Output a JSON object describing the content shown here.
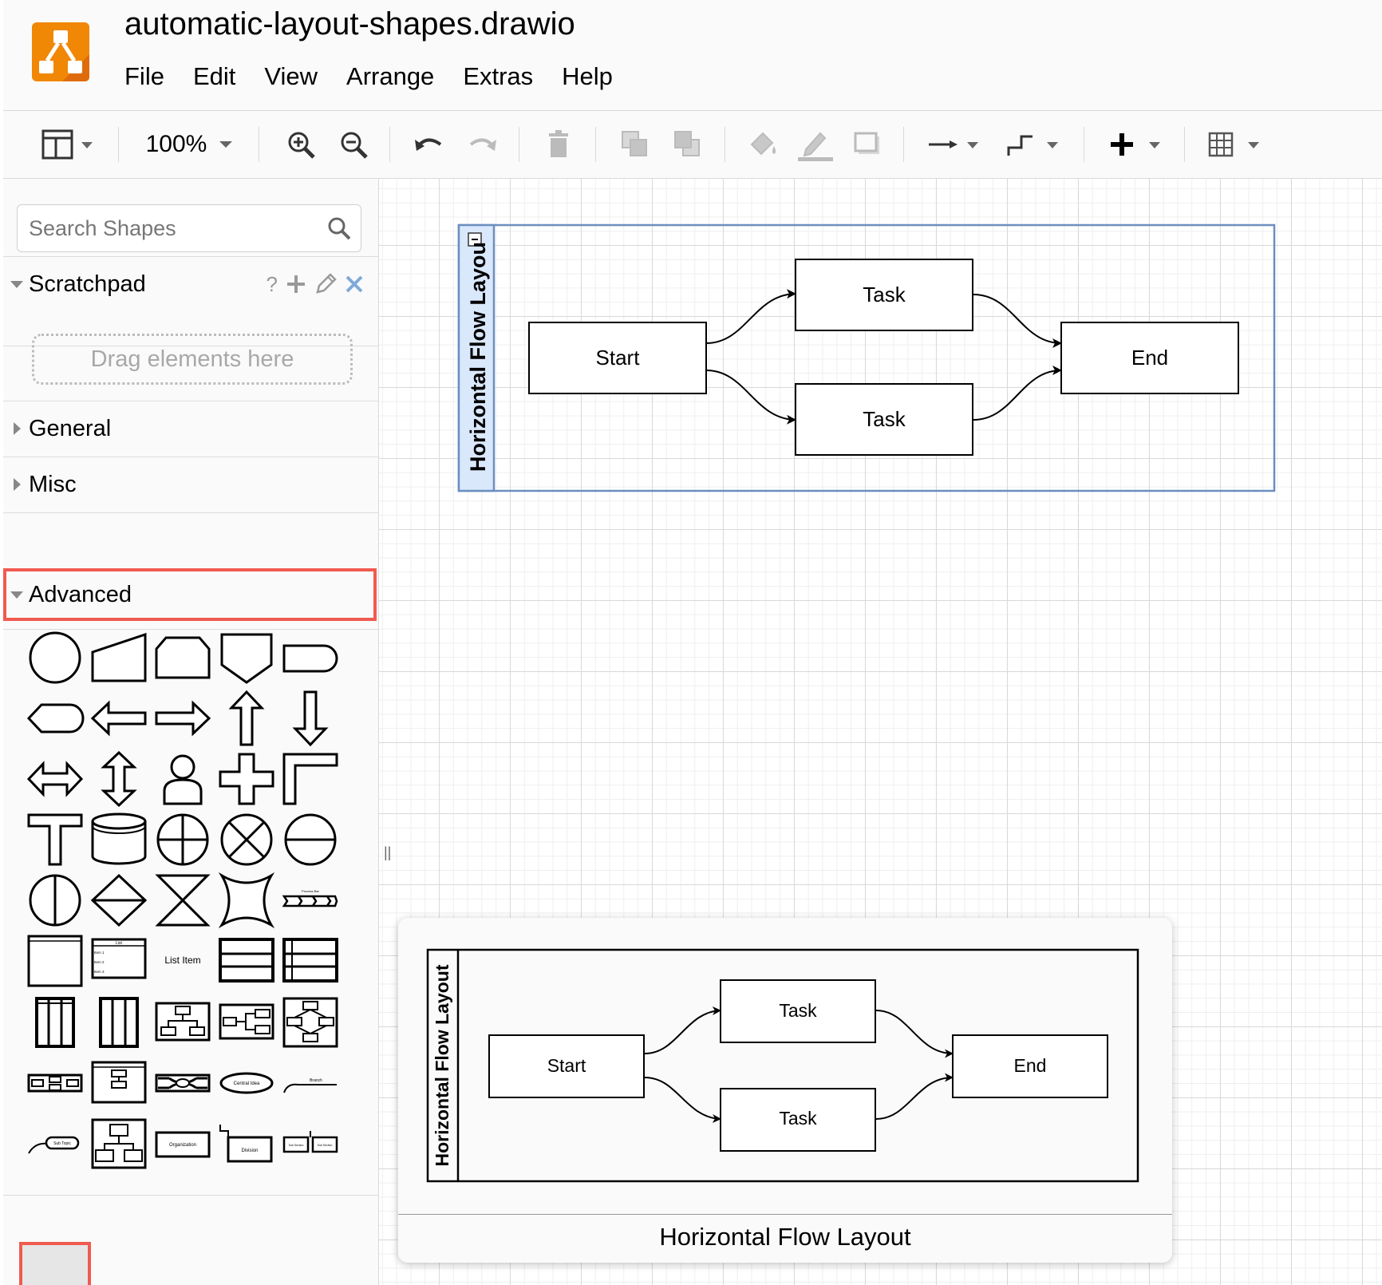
{
  "app": {
    "title": "automatic-layout-shapes.drawio",
    "brand_color": "#f08705",
    "menu": [
      "File",
      "Edit",
      "View",
      "Arrange",
      "Extras",
      "Help"
    ]
  },
  "toolbar": {
    "zoom": "100%",
    "icons": [
      "format-panel-icon",
      "zoom-in-icon",
      "zoom-out-icon",
      "undo-icon",
      "redo-icon",
      "delete-icon",
      "to-front-icon",
      "to-back-icon",
      "fill-color-icon",
      "line-color-icon",
      "shadow-icon",
      "connection-icon",
      "waypoints-icon",
      "insert-icon",
      "table-icon"
    ]
  },
  "sidebar": {
    "search_placeholder": "Search Shapes",
    "sections": {
      "scratchpad": "Scratchpad",
      "scratchpad_help": "?",
      "general": "General",
      "misc": "Misc",
      "advanced": "Advanced"
    },
    "dropzone_text": "Drag elements here",
    "highlight_color": "#f05a50",
    "shape_labels": {
      "list_title": "List",
      "list_items": [
        "Item 1",
        "Item 2",
        "Item 3"
      ],
      "list_item": "List Item",
      "central_idea": "Central Idea",
      "branch": "Branch",
      "sub_topic": "Sub Topic",
      "organization": "Organization",
      "division": "Division",
      "sub_section": "Sub Section",
      "process_bar": "Process Bar"
    }
  },
  "canvas": {
    "diagram": {
      "container_label": "Horizontal Flow Layout",
      "container_label_visible": "Horizontal Flow Layou",
      "start": "Start",
      "task_top": "Task",
      "task_bottom": "Task",
      "end": "End",
      "accent_color": "#6c8ebf",
      "fill_color": "#dae8fc"
    },
    "tooltip": {
      "container_label": "Horizontal Flow Layout",
      "start": "Start",
      "task_top": "Task",
      "task_bottom": "Task",
      "end": "End",
      "caption": "Horizontal Flow Layout"
    }
  }
}
